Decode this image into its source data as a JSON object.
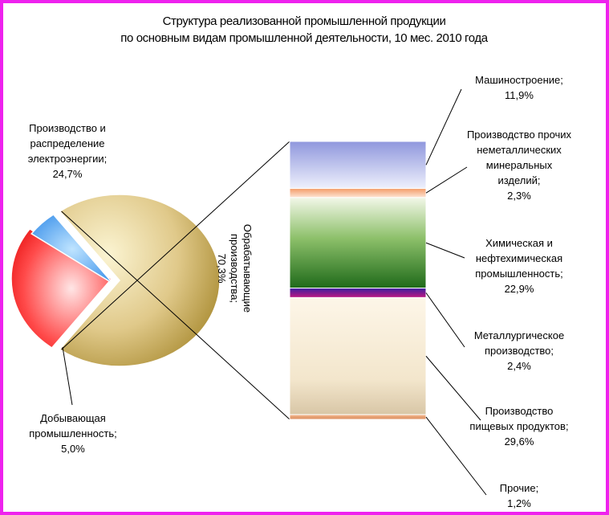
{
  "chart_data": {
    "type": "pie",
    "subtype": "bar-of-pie",
    "title": [
      "Структура реализованной промышленной продукции",
      "по основным видам промышленной деятельности, 10 мес. 2010 года"
    ],
    "pie": {
      "slices": [
        {
          "name": "Обрабатывающие производства",
          "value": 70.3,
          "label": [
            "Обрабатывающие",
            "производства;",
            "70,3%"
          ],
          "color": "#d8c07a"
        },
        {
          "name": "Производство и распределение электроэнергии",
          "value": 24.7,
          "label": [
            "Производство и",
            "распределение",
            "электроэнергии;",
            "24,7%"
          ],
          "color": "#ff2020"
        },
        {
          "name": "Добывающая промышленность",
          "value": 5.0,
          "label": [
            "Добывающая",
            "промышленность;",
            "5,0%"
          ],
          "color": "#3399ff"
        }
      ]
    },
    "bar": {
      "segments": [
        {
          "name": "Машиностроение",
          "value": 11.9,
          "label": [
            "Машиностроение;",
            "11,9%"
          ],
          "color": "#9fa8e6"
        },
        {
          "name": "Производство прочих неметаллических минеральных изделий",
          "value": 2.3,
          "label": [
            "Производство прочих",
            "неметаллических",
            "минеральных",
            "изделий;",
            "2,3%"
          ],
          "color": "#f7b48c"
        },
        {
          "name": "Химическая и нефтехимическая промышленность",
          "value": 22.9,
          "label": [
            "Химическая и",
            "нефтехимическая",
            "промышленность;",
            "22,9%"
          ],
          "color": "#3a8a2a"
        },
        {
          "name": "Металлургическое производство",
          "value": 2.4,
          "label": [
            "Металлургическое",
            "производство;",
            "2,4%"
          ],
          "color": "#7a1fa0"
        },
        {
          "name": "Производство пищевых продуктов",
          "value": 29.6,
          "label": [
            "Производство",
            "пищевых продуктов;",
            "29,6%"
          ],
          "color": "#f5e6c8"
        },
        {
          "name": "Прочие",
          "value": 1.2,
          "label": [
            "Прочие;",
            "1,2%"
          ],
          "color": "#e8a070"
        }
      ]
    },
    "legend": "none"
  }
}
